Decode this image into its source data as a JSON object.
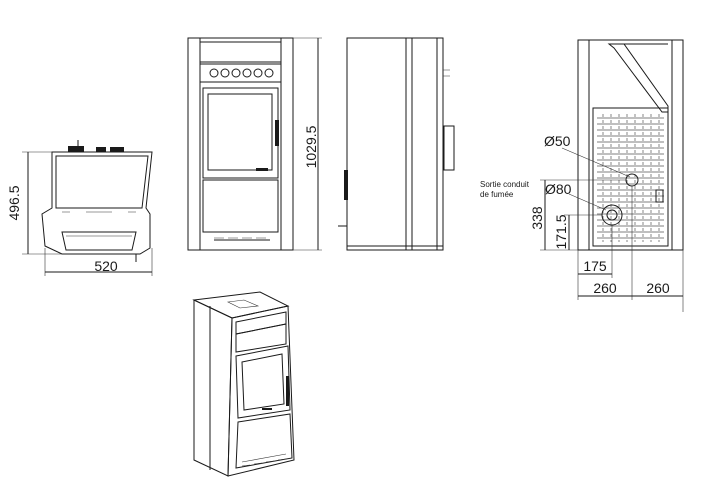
{
  "top_view": {
    "depth": "496.5",
    "width": "520"
  },
  "front_view": {
    "height": "1029.5"
  },
  "rear_view": {
    "flue_small": "Ø50",
    "flue_large": "Ø80",
    "flue_note_line1": "Sortie conduit",
    "flue_note_line2": "de fumée",
    "height_338": "338",
    "height_171_5": "171.5",
    "offset_175": "175",
    "half_left": "260",
    "half_right": "260"
  }
}
